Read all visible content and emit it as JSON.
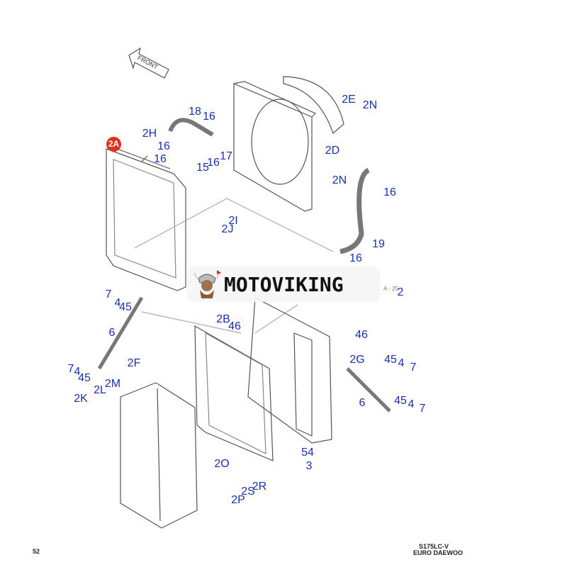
{
  "diagram": {
    "front_label": "FRONT",
    "main_part_badge": "2A",
    "ref_note": "A - 25",
    "callouts": [
      "18",
      "16",
      "2H",
      "16",
      "16",
      "15",
      "16",
      "17",
      "2E",
      "2N",
      "2D",
      "2N",
      "16",
      "19",
      "2I",
      "2J",
      "16",
      "2",
      "7",
      "4",
      "45",
      "6",
      "2B",
      "46",
      "46",
      "2F",
      "7",
      "4",
      "45",
      "2M",
      "2L",
      "2K",
      "2G",
      "45",
      "4",
      "7",
      "6",
      "45",
      "4",
      "7",
      "54",
      "3",
      "2O",
      "2R",
      "2S",
      "2P"
    ]
  },
  "watermark": {
    "brand": "MOTOVIKING"
  },
  "footer": {
    "page_number": "52",
    "model": "S175LC-V",
    "maker": "EURO DAEWOO"
  },
  "colors": {
    "callout": "#1a2fb0",
    "badge": "#e0301e"
  }
}
